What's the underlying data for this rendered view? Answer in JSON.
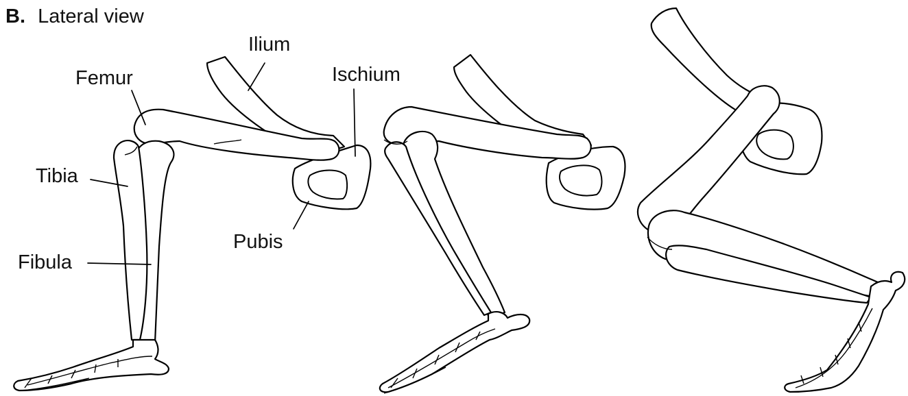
{
  "panel": {
    "letter": "B.",
    "title": "Lateral view"
  },
  "labels": {
    "ilium": "Ilium",
    "femur": "Femur",
    "ischium": "Ischium",
    "tibia": "Tibia",
    "fibula": "Fibula",
    "pubis": "Pubis"
  }
}
